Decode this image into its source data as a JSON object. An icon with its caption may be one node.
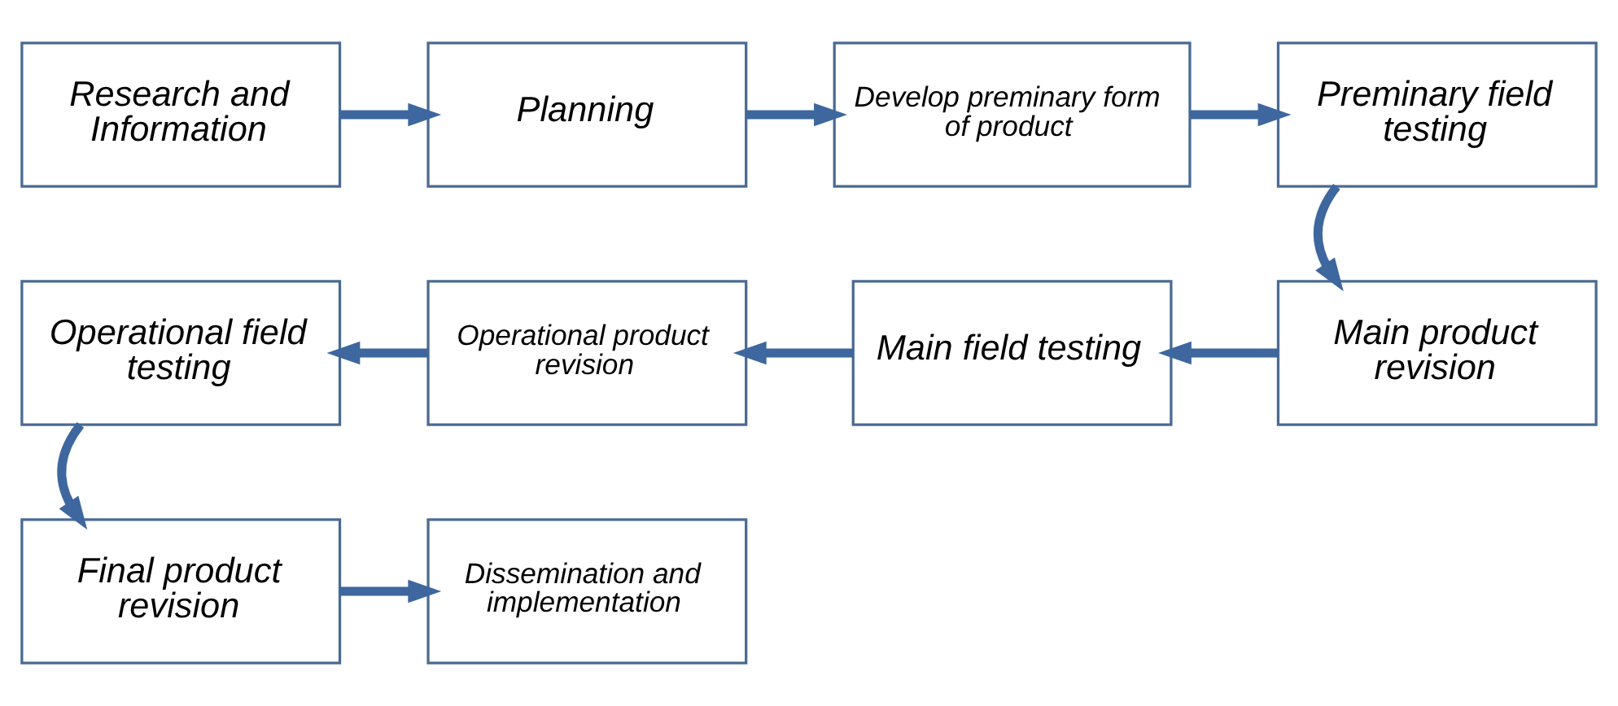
{
  "diagram": {
    "nodes": [
      {
        "text": [
          "Research and Information"
        ]
      },
      {
        "text": [
          "Planning"
        ]
      },
      {
        "text": [
          "Develop preminary form of product"
        ]
      },
      {
        "text": [
          "Preminary field testing"
        ]
      },
      {
        "text": [
          "Main product revision"
        ]
      },
      {
        "text": [
          "Main field testing"
        ]
      },
      {
        "text": [
          "Operational product revision"
        ]
      },
      {
        "text": [
          "Operational field testing"
        ]
      },
      {
        "text": [
          "Final product revision"
        ]
      },
      {
        "text": [
          "Dissemination and implementation"
        ]
      }
    ],
    "edges": [
      {
        "from": 0,
        "to": 1,
        "arrow": "to"
      },
      {
        "from": 1,
        "to": 2,
        "arrow": "to"
      },
      {
        "from": 2,
        "to": 3,
        "arrow": "to"
      },
      {
        "from": 3,
        "to": 4,
        "arrow": "to"
      },
      {
        "from": 4,
        "to": 5,
        "arrow": "to"
      },
      {
        "from": 5,
        "to": 6,
        "arrow": "to"
      },
      {
        "from": 6,
        "to": 7,
        "arrow": "to"
      },
      {
        "from": 7,
        "to": 8,
        "arrow": "to"
      },
      {
        "from": 8,
        "to": 9,
        "arrow": "to"
      }
    ]
  }
}
